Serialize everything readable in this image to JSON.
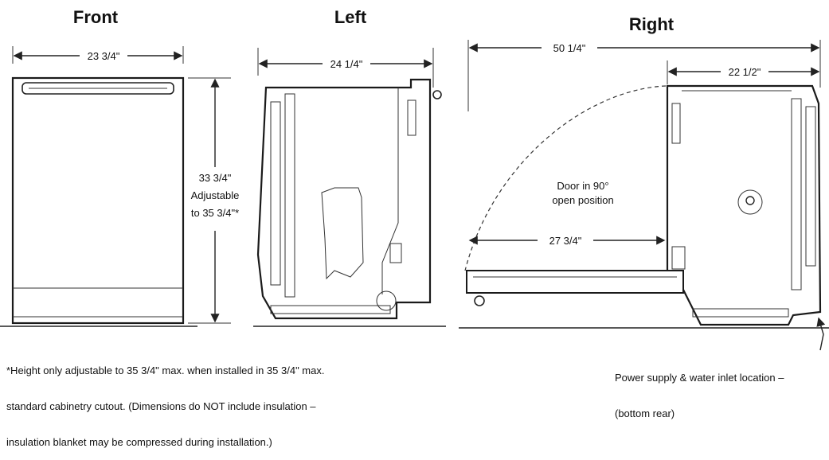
{
  "views": {
    "front": {
      "title": "Front",
      "width": "23 3/4\"",
      "height": "33 3/4\"",
      "adjust1": "Adjustable",
      "adjust2": "to 35 3/4\"*"
    },
    "left": {
      "title": "Left",
      "depth": "24 1/4\""
    },
    "right": {
      "title": "Right",
      "total_depth": "50 1/4\"",
      "depth": "22 1/2\"",
      "door_depth": "27 3/4\"",
      "door_note1": "Door in 90°",
      "door_note2": "open position"
    }
  },
  "footnote": {
    "line1": "*Height only adjustable to 35 3/4\" max. when installed in 35 3/4\" max.",
    "line2": "standard cabinetry cutout. (Dimensions do NOT include insulation –",
    "line3": "insulation blanket may be compressed during installation.)"
  },
  "power_note": {
    "line1": "Power supply & water inlet location –",
    "line2": "(bottom rear)"
  }
}
